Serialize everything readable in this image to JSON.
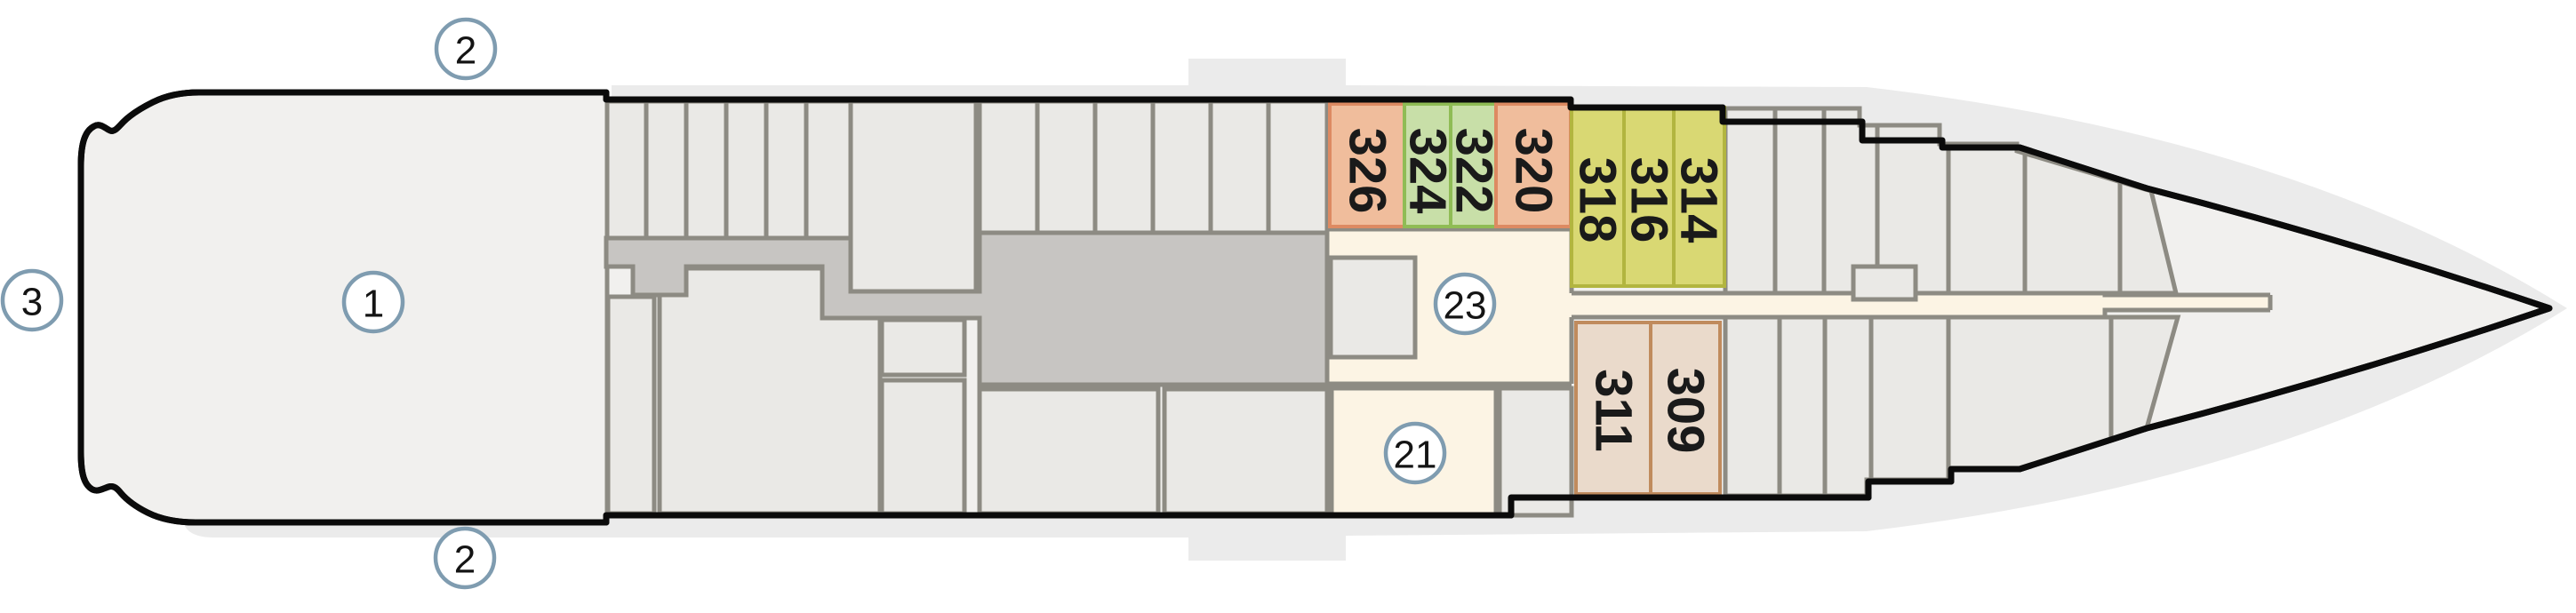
{
  "deck_plan": {
    "markers": [
      {
        "label": "3"
      },
      {
        "label": "1"
      },
      {
        "label": "2"
      },
      {
        "label": "2"
      },
      {
        "label": "23"
      },
      {
        "label": "21"
      }
    ],
    "cabins": [
      {
        "number": "326",
        "category": "cat_a"
      },
      {
        "number": "324",
        "category": "cat_b"
      },
      {
        "number": "322",
        "category": "cat_b"
      },
      {
        "number": "320",
        "category": "cat_a"
      },
      {
        "number": "318",
        "category": "cat_c"
      },
      {
        "number": "316",
        "category": "cat_c"
      },
      {
        "number": "314",
        "category": "cat_c"
      },
      {
        "number": "311",
        "category": "cat_d"
      },
      {
        "number": "309",
        "category": "cat_d"
      }
    ],
    "categories": {
      "cat_a": {
        "fill": "#f0bd9c",
        "stroke": "#dd8a62"
      },
      "cat_b": {
        "fill": "#c8dfa8",
        "stroke": "#8fbc55"
      },
      "cat_c": {
        "fill": "#d9d873",
        "stroke": "#b2b53f"
      },
      "cat_d": {
        "fill": "#eadacb",
        "stroke": "#c08b5d"
      }
    },
    "palette": {
      "hull_outline": "#0b0b0b",
      "deck_fill": "#f1f0ee",
      "room_fill": "#eae9e6",
      "wall": "#8d8b83",
      "service_fill": "#c7c5c2",
      "corridor_fill": "#fcf4e4",
      "silhouette": "#ebebeb",
      "marker_stroke": "#7f9cb0",
      "marker_fill": "#ffffff"
    }
  }
}
